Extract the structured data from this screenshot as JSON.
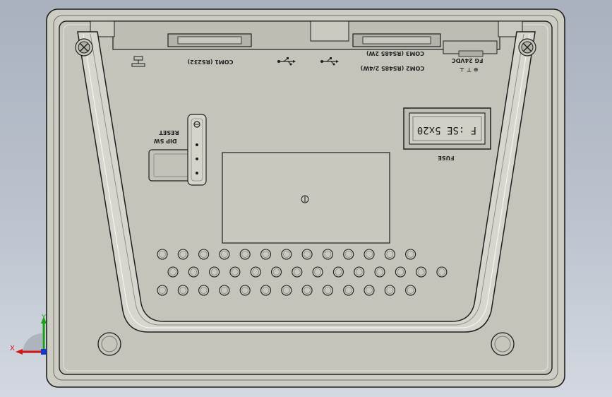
{
  "labels": {
    "com1": "COM1 (RS232)",
    "com2": "COM2 (RS485 2/4W)",
    "com3": "COM3 (RS485 2W)",
    "power": "FG  24VDC",
    "power_terms": "⊕  ⊤  ⊥",
    "dip": "DIP SW",
    "reset": "RESET",
    "fuse": "FUSE",
    "fuse_value": "F :SE 5x20"
  },
  "usb_icon": "usb-icon",
  "axes": {
    "x": "X",
    "y": "Y"
  },
  "colors": {
    "background_top": "#a9b1bf",
    "body": "#cfcfc6",
    "panel": "#c6c6bc",
    "outline": "#1e1e1e",
    "axis_x": "#d01818",
    "axis_y": "#18a018",
    "axis_z": "#1838c8"
  }
}
